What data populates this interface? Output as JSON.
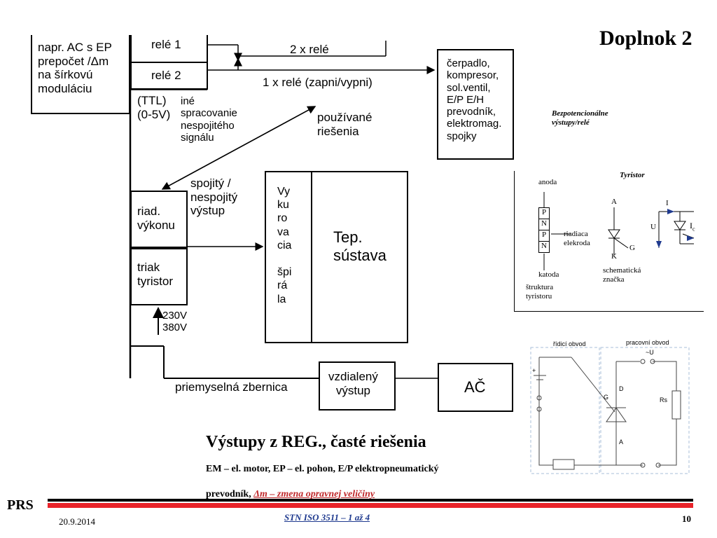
{
  "title": "Doplnok 2",
  "diagram": {
    "ac_box": "napr. AC s EP\nprepočet /Δm\nna šírkovú\nmoduláciu",
    "rele1": "relé 1",
    "rele2": "relé 2",
    "two_relays": "2 x relé",
    "one_relay": "1 x relé (zapni/vypni)",
    "actuators": "čerpadlo,\nkompresor,\nsol.ventil,\nE/P E/H\nprevodník,\nelektromag.\nspojky",
    "ttl": "(TTL)\n(0-5V)",
    "other_processing": "iné\nspracovanie\nnespojitého\nsignálu",
    "used_solutions": "používané\nriešenia",
    "continuous_output": "spojitý /\nnespojitý\nvýstup",
    "power_control": "riad.\nvýkonu",
    "triac": "triak\ntyristor",
    "voltage": "230V\n380V",
    "heating": "Vy\nku\nro\nva\ncia\n\nšpi\nrá\nla",
    "thermal_system": "Tep.\nsústava",
    "remote_output": "vzdialený\nvýstup",
    "industrial_bus": "priemyselná zbernica",
    "ac": "AČ"
  },
  "side_note": "Bezpotencionálne\nvýstupy/relé",
  "thyristor_panel": {
    "title": "Tyristor",
    "anode": "anoda",
    "layers": [
      "P",
      "N",
      "P",
      "N"
    ],
    "gate_electrode": "riadiaca\nelekroda",
    "cathode": "katoda",
    "structure": "štruktura\ntyristoru",
    "A": "A",
    "K": "K",
    "G": "G",
    "I": "I",
    "U": "U",
    "Ic": "I",
    "Ic_sub": "c",
    "schematic": "schematická\nznačka"
  },
  "circuit_panel": {
    "control": "řídicí obvod",
    "power": "pracovní obvod",
    "supply": "~U",
    "plus": "+",
    "D": "D",
    "G": "G",
    "A": "A",
    "Rs": "Rs"
  },
  "subtitle": "Výstupy z REG., časté riešenia",
  "legend_line1": "EM – el. motor, EP – el. pohon, E/P elektropneumatický",
  "legend_line2_prefix": "prevodník, ",
  "legend_line2_link": "Δm – zmena opravnej veličiny",
  "footer": {
    "logo": "PRS",
    "date": "20.9.2014",
    "standard": "STN ISO 3511 – 1 až 4",
    "page": "10"
  },
  "colors": {
    "accent_red": "#e8232a",
    "link_red": "#c0282b",
    "footer_blue": "#1f3a8f",
    "panel_dash": "#a9bfd9"
  }
}
